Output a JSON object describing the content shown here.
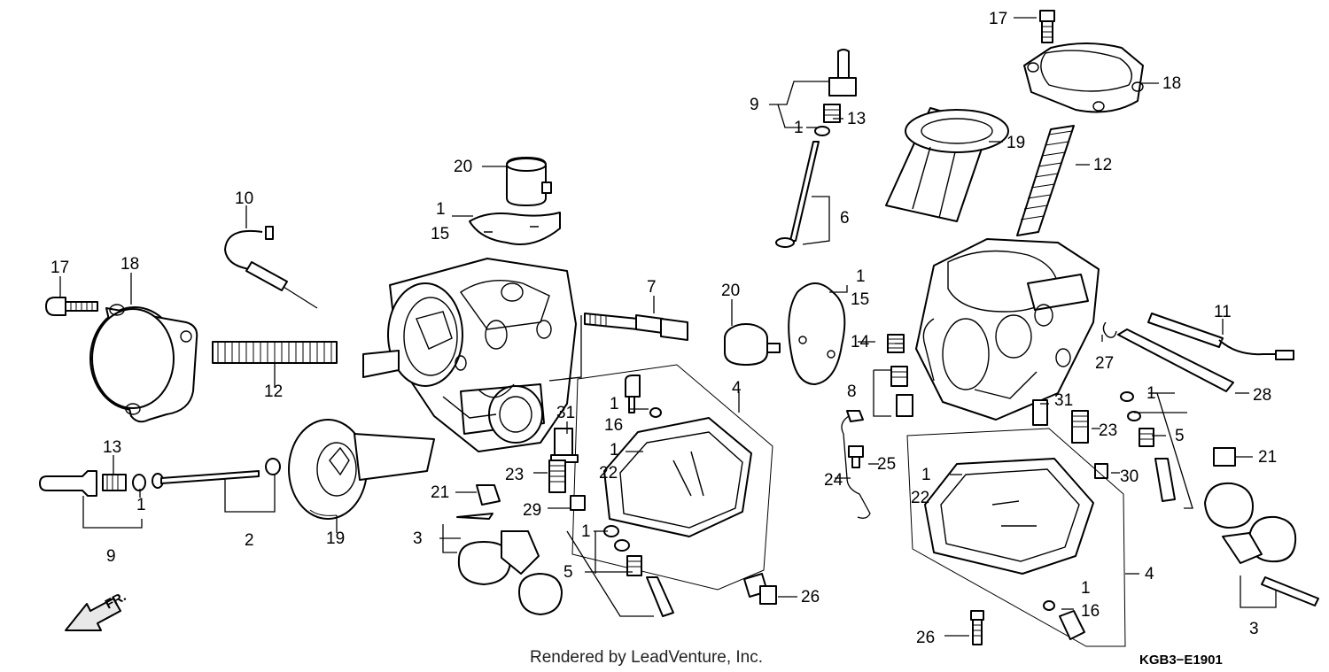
{
  "labels": {
    "l1": "1",
    "l2": "2",
    "l3": "3",
    "l4": "4",
    "l5": "5",
    "l6": "6",
    "l7": "7",
    "l8": "8",
    "l9": "9",
    "l10": "10",
    "l11": "11",
    "l12": "12",
    "l13": "13",
    "l14": "14",
    "l15": "15",
    "l16": "16",
    "l17": "17",
    "l18": "18",
    "l19": "19",
    "l20": "20",
    "l21": "21",
    "l22": "22",
    "l23": "23",
    "l24": "24",
    "l25": "25",
    "l26": "26",
    "l27": "27",
    "l28": "28",
    "l29": "29",
    "l30": "30",
    "l31": "31"
  },
  "footer": {
    "credit": "Rendered by LeadVenture, Inc.",
    "diagram_code": "KGB3−E1901",
    "direction": "FR."
  }
}
